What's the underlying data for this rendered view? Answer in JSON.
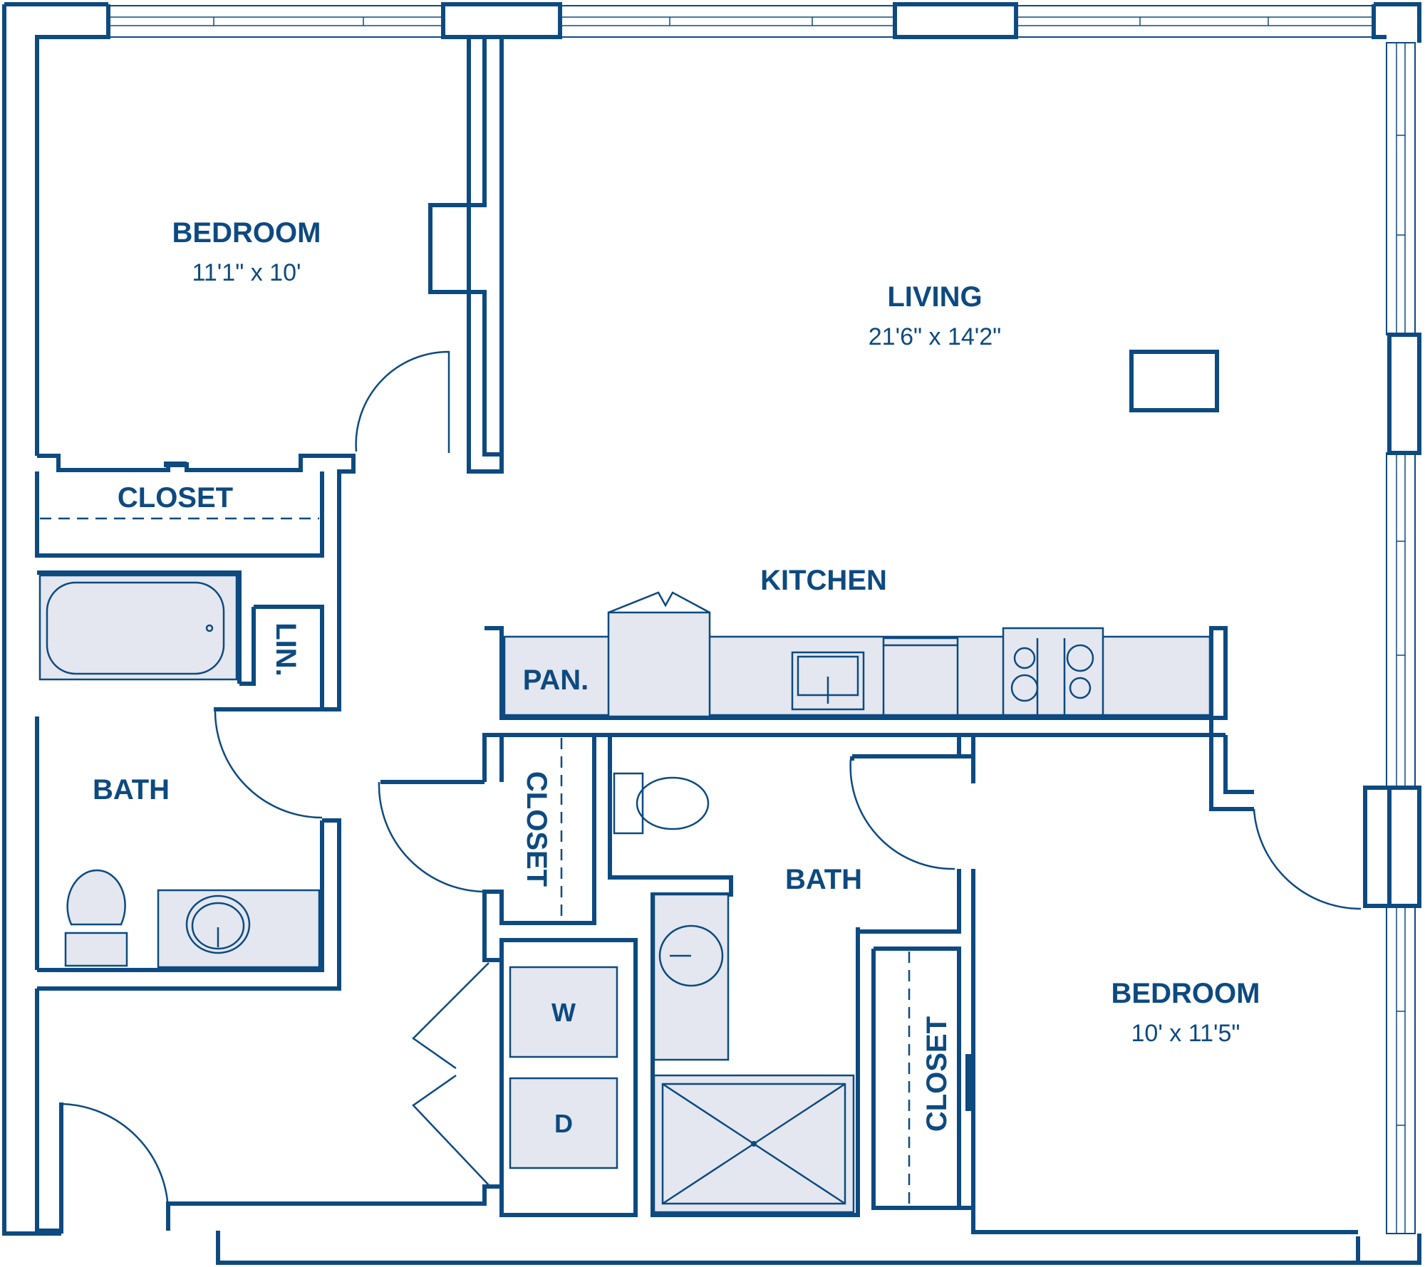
{
  "rooms": {
    "bedroom1": {
      "name": "BEDROOM",
      "dims": "11'1\" x 10'"
    },
    "living": {
      "name": "LIVING",
      "dims": "21'6\" x 14'2\""
    },
    "closet1": {
      "name": "CLOSET"
    },
    "kitchen": {
      "name": "KITCHEN"
    },
    "pantry": {
      "name": "PAN."
    },
    "linen": {
      "name": "LIN."
    },
    "bath1": {
      "name": "BATH"
    },
    "closet2": {
      "name": "CLOSET"
    },
    "bath2": {
      "name": "BATH"
    },
    "washer": {
      "name": "W"
    },
    "dryer": {
      "name": "D"
    },
    "closet3": {
      "name": "CLOSET"
    },
    "bedroom2": {
      "name": "BEDROOM",
      "dims": "10' x 11'5\""
    }
  },
  "colors": {
    "wall": "#0d4a80",
    "fixture": "#e4e7ef",
    "background": "#ffffff"
  }
}
